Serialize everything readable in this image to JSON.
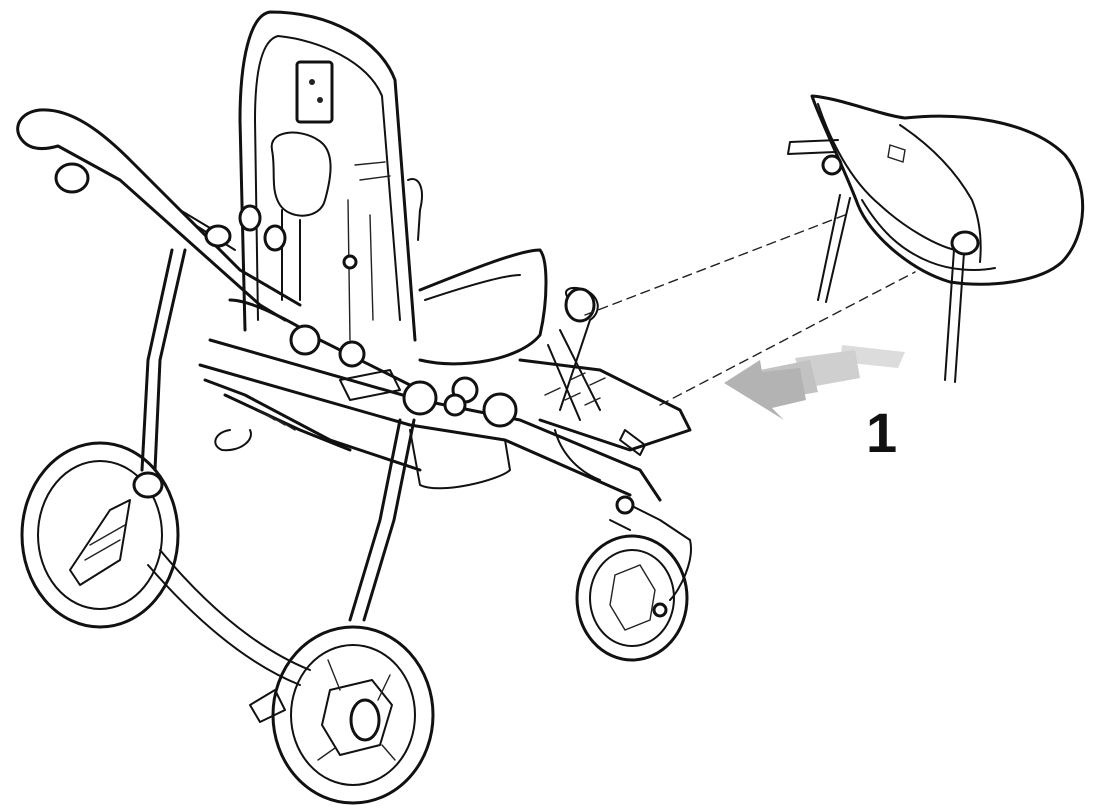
{
  "diagram": {
    "step_number": "1",
    "colors": {
      "line": "#111111",
      "background": "#ffffff",
      "arrow": "#b3b3b3",
      "arrow_light": "#dcdcdc"
    },
    "icons": [
      "wheelchair-frame-illustration",
      "seat-cushion-illustration",
      "insertion-arrow"
    ]
  }
}
